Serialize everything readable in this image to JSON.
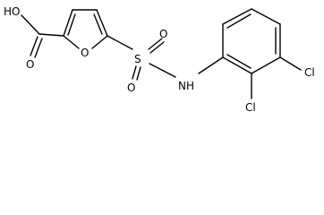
{
  "molecule": {
    "atoms": {
      "hydroxyl": "HO",
      "carbonyl_oxygen": "O",
      "furan_oxygen": "O",
      "sulfur": "S",
      "sulfonyl_oxygen_top": "O",
      "sulfonyl_oxygen_bottom": "O",
      "amine": "NH",
      "chlorine_meta": "Cl",
      "chlorine_ortho": "Cl"
    },
    "colors": {
      "bond": "#000000",
      "label": "#000000",
      "background": "#ffffff"
    }
  }
}
